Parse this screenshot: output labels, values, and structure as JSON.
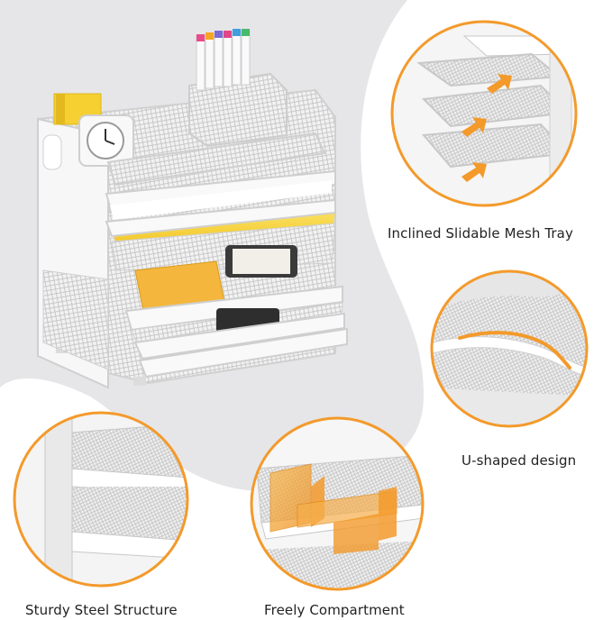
{
  "captions": {
    "tray": "Inclined Slidable Mesh Tray",
    "ushape": "U-shaped design",
    "steel": "Sturdy Steel Structure",
    "compartment": "Freely Compartment"
  },
  "colors": {
    "accent_orange": "#f39a2b",
    "backdrop_gray": "#e6e6e8",
    "mesh_white": "#f4f4f4",
    "paper_yellow": "#f7d43a"
  }
}
